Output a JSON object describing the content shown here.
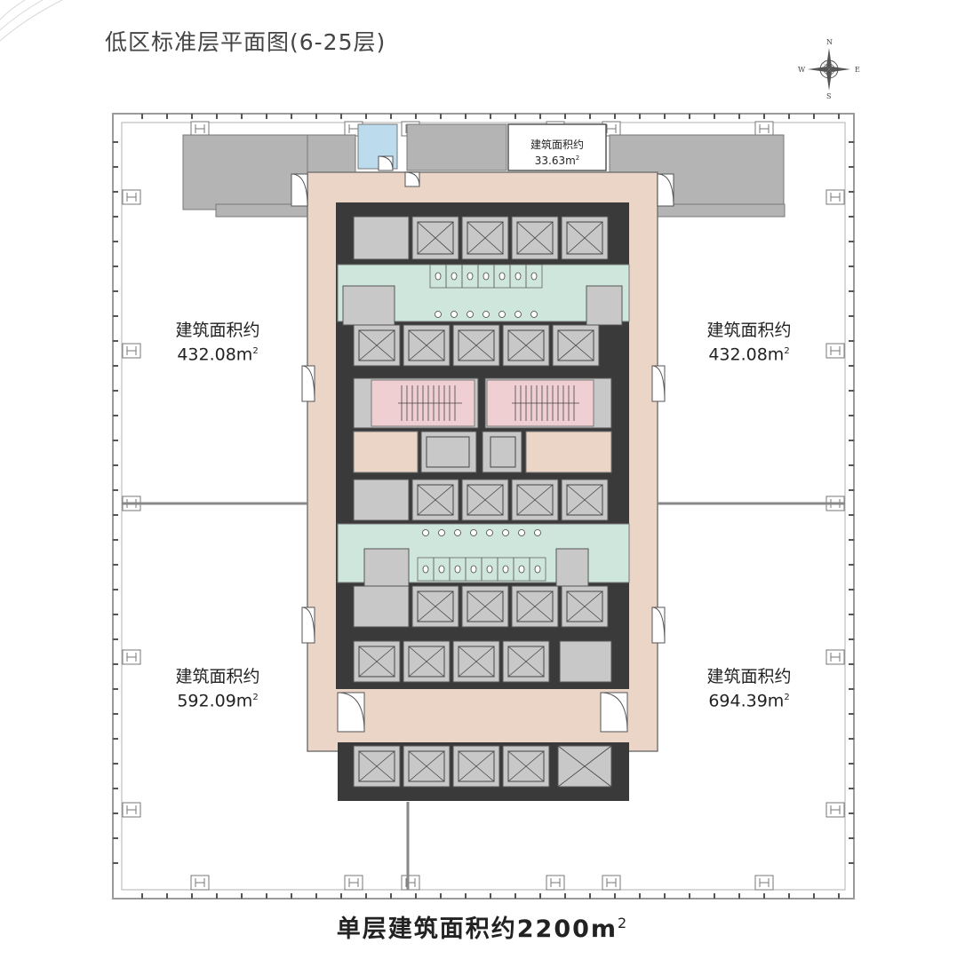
{
  "title": "低区标准层平面图(6-25层)",
  "compass": {
    "n": "N",
    "s": "S",
    "e": "E",
    "w": "W"
  },
  "areas": {
    "nw": {
      "label": "建筑面积约",
      "value": "432.08m",
      "sup": "2"
    },
    "ne": {
      "label": "建筑面积约",
      "value": "432.08m",
      "sup": "2"
    },
    "sw": {
      "label": "建筑面积约",
      "value": "592.09m",
      "sup": "2"
    },
    "se": {
      "label": "建筑面积约",
      "value": "694.39m",
      "sup": "2"
    },
    "top": {
      "label": "建筑面积约",
      "value": "33.63m",
      "sup": "2"
    }
  },
  "footer": {
    "text": "单层建筑面积约2200m",
    "sup": "2"
  },
  "colors": {
    "corridor": "#ead5c6",
    "wall": "#3a3a3a",
    "elevator": "#c8c8c8",
    "restroom": "#cfe6dc",
    "stair": "#efcfd1",
    "service": "#b4b4b4",
    "pantry": "#bcdcee"
  }
}
